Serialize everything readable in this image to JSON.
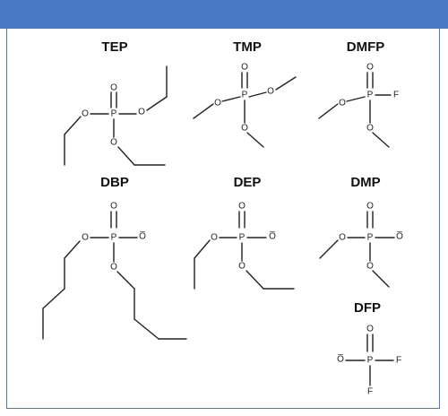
{
  "compounds": {
    "tep": {
      "name": "TEP"
    },
    "tmp": {
      "name": "TMP"
    },
    "dmfp": {
      "name": "DMFP"
    },
    "dbp": {
      "name": "DBP"
    },
    "dep": {
      "name": "DEP"
    },
    "dmp": {
      "name": "DMP"
    },
    "dfp": {
      "name": "DFP"
    }
  },
  "atoms": {
    "oxygen": "O",
    "phosphorus": "P",
    "fluorine": "F",
    "oxide": "O̅"
  }
}
